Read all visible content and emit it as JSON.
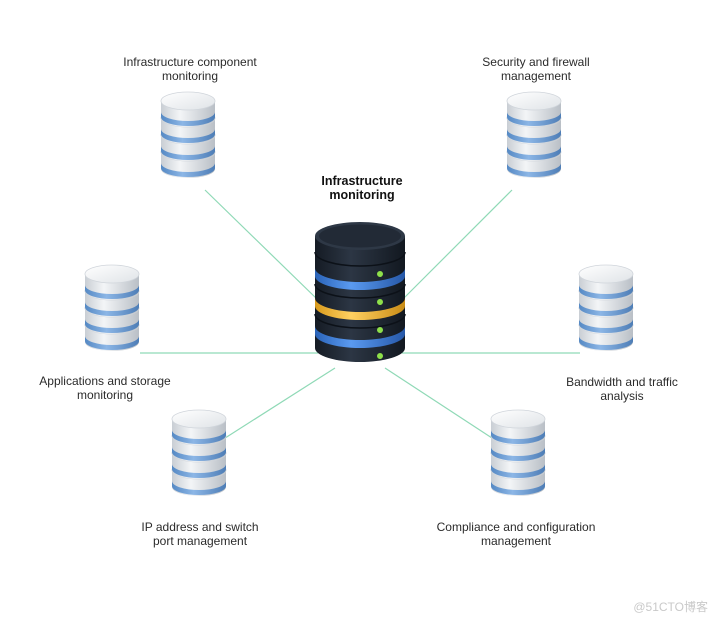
{
  "diagram": {
    "center": {
      "label_line1": "Infrastructure",
      "label_line2": "monitoring"
    },
    "nodes": [
      {
        "id": "infra-component",
        "line1": "Infrastructure component",
        "line2": "monitoring"
      },
      {
        "id": "security-firewall",
        "line1": "Security and firewall",
        "line2": "management"
      },
      {
        "id": "applications-storage",
        "line1": "Applications and storage",
        "line2": "monitoring"
      },
      {
        "id": "bandwidth-traffic",
        "line1": "Bandwidth and traffic",
        "line2": "analysis"
      },
      {
        "id": "ip-switch",
        "line1": "IP address and switch",
        "line2": "port management"
      },
      {
        "id": "compliance-config",
        "line1": "Compliance and configuration",
        "line2": "management"
      }
    ]
  },
  "colors": {
    "connector": "#8fd9b6",
    "disk_accent": "#6b9bd1",
    "center_body": "#1e2633",
    "center_accent_blue": "#3d7fe0",
    "center_accent_yellow": "#f2b632",
    "center_led": "#8ee04a"
  },
  "watermark": "@51CTO博客"
}
